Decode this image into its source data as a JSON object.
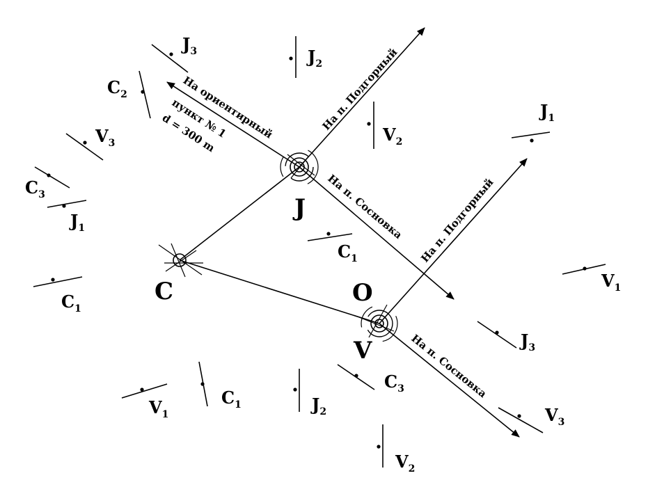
{
  "stations": {
    "J": "J",
    "C": "C",
    "V": "V",
    "O": "O"
  },
  "directions": {
    "j_to_podgorny": "На п. Подгорный",
    "j_to_sosnovka": "На п. Сосновка",
    "o_to_podgorny": "На п. Подгорный",
    "v_to_sosnovka": "На п. Сосновка",
    "to_orient_line1": "На ориентирный",
    "to_orient_line2": "пункт № 1",
    "to_orient_line3": "d = 300 m"
  },
  "ticks": [
    {
      "letter": "J",
      "sub": "3"
    },
    {
      "letter": "J",
      "sub": "2"
    },
    {
      "letter": "C",
      "sub": "2"
    },
    {
      "letter": "V",
      "sub": "3"
    },
    {
      "letter": "C",
      "sub": "3"
    },
    {
      "letter": "J",
      "sub": "1"
    },
    {
      "letter": "C",
      "sub": "1"
    },
    {
      "letter": "V",
      "sub": "2"
    },
    {
      "letter": "J",
      "sub": "1"
    },
    {
      "letter": "C",
      "sub": "1"
    },
    {
      "letter": "V",
      "sub": "1"
    },
    {
      "letter": "J",
      "sub": "3"
    },
    {
      "letter": "V",
      "sub": "1"
    },
    {
      "letter": "C",
      "sub": "1"
    },
    {
      "letter": "J",
      "sub": "2"
    },
    {
      "letter": "C",
      "sub": "3"
    },
    {
      "letter": "V",
      "sub": "3"
    },
    {
      "letter": "V",
      "sub": "2"
    }
  ]
}
